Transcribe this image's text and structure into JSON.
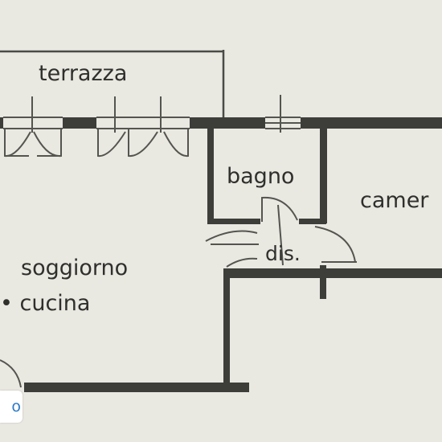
{
  "rooms": {
    "terrazza": "terrazza",
    "bagno": "bagno",
    "camera": "camer",
    "dis": "dis.",
    "soggiorno": "soggiorno",
    "cucina": "• cucina"
  },
  "badge": {
    "text": "o"
  },
  "colors": {
    "paper": "#e9e8e1",
    "ink": "#3d3d3a",
    "badge_text": "#2b78c7"
  }
}
